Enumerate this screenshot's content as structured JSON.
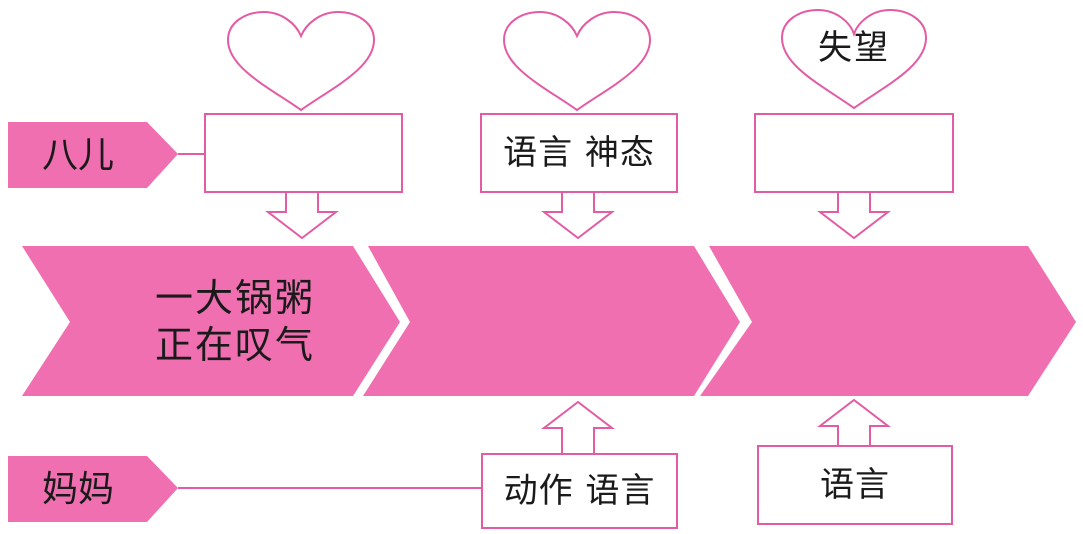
{
  "colors": {
    "pink": "#ef6fb0",
    "outline": "#e35ba3",
    "text": "#1a1a1a"
  },
  "characters": {
    "baer": "八儿",
    "mama": "妈妈"
  },
  "events": [
    {
      "line1": "一大锅粥",
      "line2": "正在叹气"
    },
    {
      "line1": "",
      "line2": ""
    },
    {
      "line1": "",
      "line2": ""
    }
  ],
  "hearts": [
    "",
    "",
    "失望"
  ],
  "baer_boxes": [
    "",
    "语言 神态",
    ""
  ],
  "mama_boxes": [
    "",
    "动作 语言",
    "语言"
  ]
}
